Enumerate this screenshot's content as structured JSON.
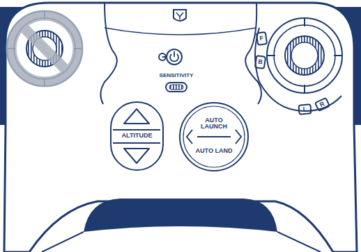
{
  "diagram": {
    "nodes": [
      {
        "text": [
          "ALTITUDE"
        ]
      },
      {
        "text": [
          "AUTO LAUNCH",
          "AUTO LAND"
        ]
      },
      {
        "text": [
          "F"
        ]
      },
      {
        "text": [
          "B"
        ]
      },
      {
        "text": [
          "L"
        ]
      },
      {
        "text": [
          "R"
        ]
      }
    ],
    "labels": [
      "SENSITIVITY"
    ]
  }
}
